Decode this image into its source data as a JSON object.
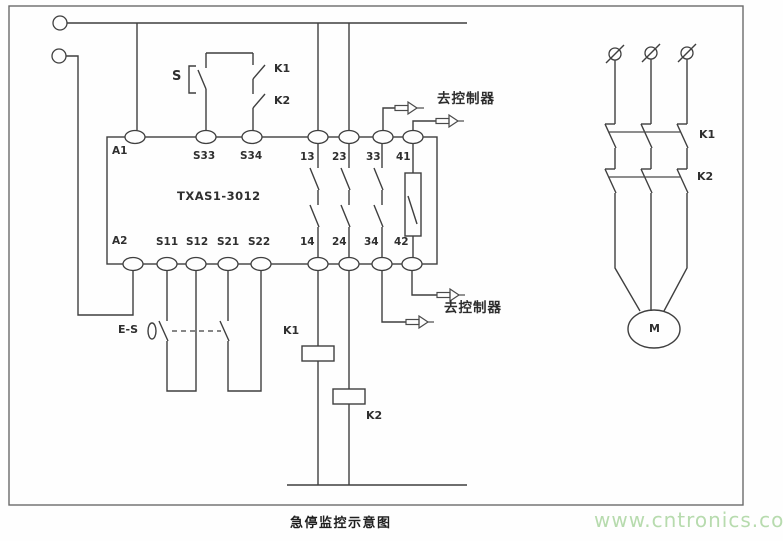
{
  "diagram": {
    "title": "急停监控示意图",
    "watermark": "www.cntronics.com",
    "module": {
      "model": "TXAS1-3012",
      "top_terminals": [
        "A1",
        "S33",
        "S34",
        "13",
        "23",
        "33",
        "41"
      ],
      "bottom_terminals": [
        "A2",
        "S11",
        "S12",
        "S21",
        "S22",
        "14",
        "24",
        "34",
        "42"
      ]
    },
    "labels": {
      "start_button": "S",
      "feedback_contact_k1": "K1",
      "feedback_contact_k2": "K2",
      "estop_button": "E-S",
      "coil_k1": "K1",
      "coil_k2": "K2",
      "to_controller_top": "去控制器",
      "to_controller_bottom": "去控制器",
      "contactor_k1": "K1",
      "contactor_k2": "K2",
      "motor": "M"
    },
    "colors": {
      "line": "#3f3f3f",
      "text": "#2f2f2f",
      "watermark": "#b7dbae"
    }
  }
}
